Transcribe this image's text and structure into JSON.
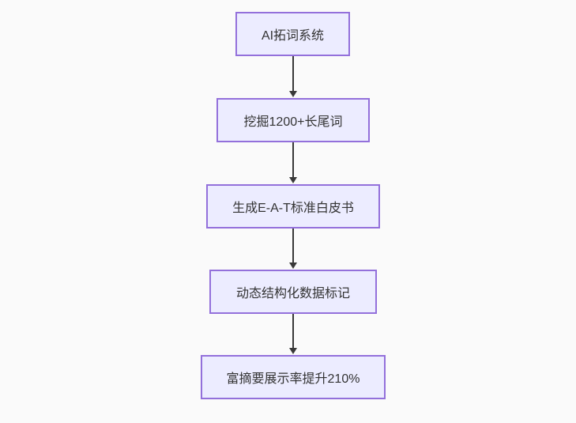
{
  "canvas": {
    "background": "#fafafa"
  },
  "diagram": {
    "type": "flowchart",
    "direction": "top-down",
    "colors": {
      "node_fill": "#ECECFF",
      "node_border": "#9370DB",
      "arrow": "#383838",
      "text": "#333333"
    },
    "nodes": [
      {
        "id": "n1",
        "label": "AI拓词系统"
      },
      {
        "id": "n2",
        "label": "挖掘1200+长尾词"
      },
      {
        "id": "n3",
        "label": "生成E-A-T标准白皮书"
      },
      {
        "id": "n4",
        "label": "动态结构化数据标记"
      },
      {
        "id": "n5",
        "label": "富摘要展示率提升210%"
      }
    ],
    "edges": [
      {
        "from": "n1",
        "to": "n2"
      },
      {
        "from": "n2",
        "to": "n3"
      },
      {
        "from": "n3",
        "to": "n4"
      },
      {
        "from": "n4",
        "to": "n5"
      }
    ]
  }
}
